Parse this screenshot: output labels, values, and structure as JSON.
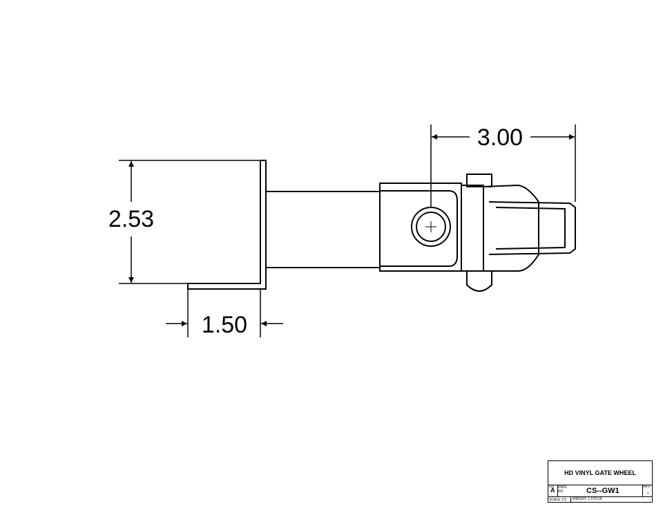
{
  "dimensions": {
    "width_top": "3.00",
    "height_left": "2.53",
    "width_bottom": "1.50"
  },
  "title_block": {
    "title": "HD VINYL GATE WHEEL",
    "size_label": "SIZE",
    "size_value": "A",
    "dwg_label_1": "DWG.",
    "dwg_label_2": "NO.",
    "dwg_no": "CS--GW1",
    "rev_label": "REV.",
    "rev_value": "-",
    "scale": "SCALE 1:5",
    "weight_label": "WEIGHT:",
    "weight_value": "1.579 LB."
  }
}
